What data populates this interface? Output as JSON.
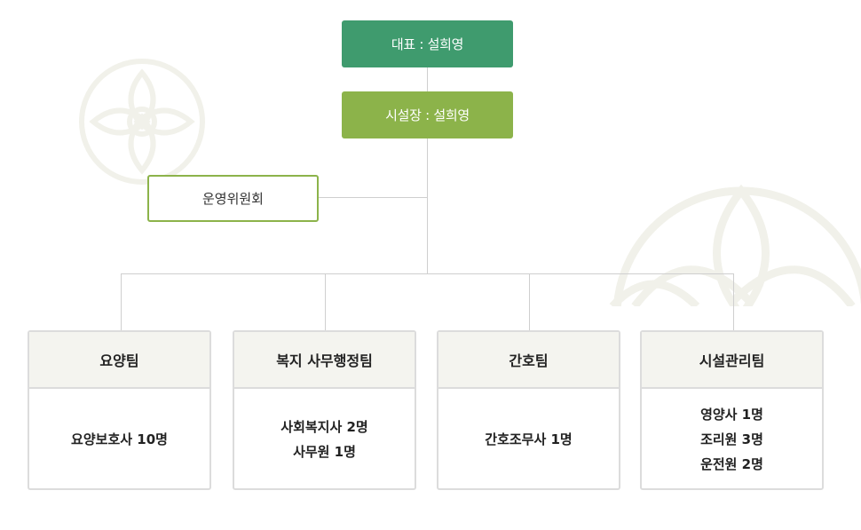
{
  "ceo": "대표 : 설희영",
  "director": "시설장 : 설희영",
  "committee": "운영위원회",
  "teams": [
    {
      "name": "요양팀",
      "members": [
        "요양보호사 10명"
      ]
    },
    {
      "name": "복지 사무행정팀",
      "members": [
        "사회복지사 2명",
        "사무원 1명"
      ]
    },
    {
      "name": "간호팀",
      "members": [
        "간호조무사 1명"
      ]
    },
    {
      "name": "시설관리팀",
      "members": [
        "영양사 1명",
        "조리원 3명",
        "운전원 2명"
      ]
    }
  ]
}
